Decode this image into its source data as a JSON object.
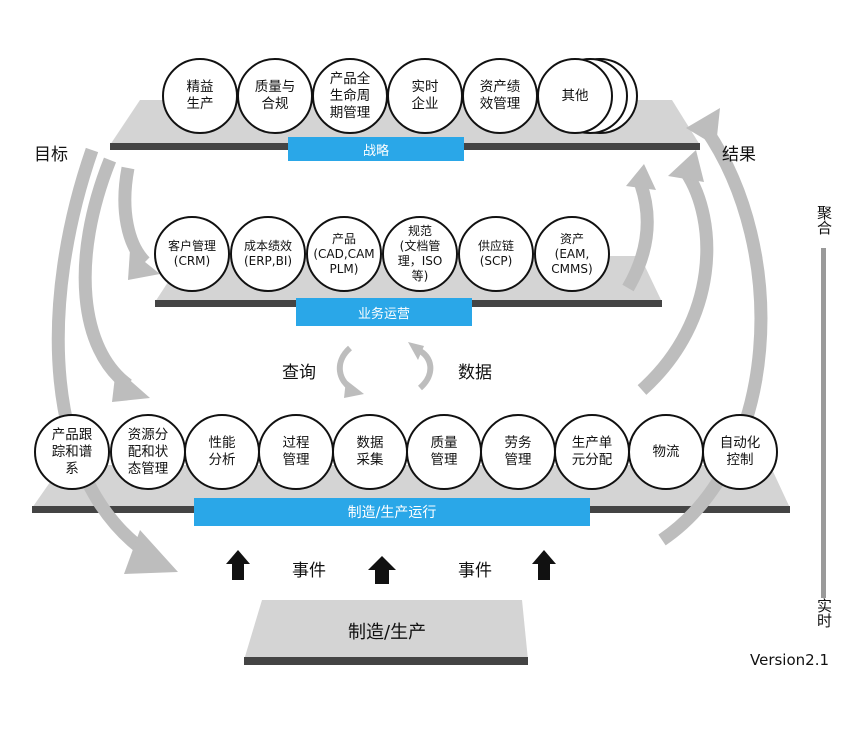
{
  "top": {
    "circles": [
      "精益\n生产",
      "质量与\n合规",
      "产品全\n生命周\n期管理",
      "实时\n企业",
      "资产绩\n效管理",
      "其他"
    ],
    "bar": "战略"
  },
  "middle": {
    "circles": [
      "客户管理\n(CRM)",
      "成本绩效\n(ERP,BI)",
      "产品\n(CAD,CAM\nPLM)",
      "规范\n(文档管\n理，ISO\n等)",
      "供应链\n(SCP)",
      "资产\n(EAM,\nCMMS)"
    ],
    "bar": "业务运营"
  },
  "bottom": {
    "circles": [
      "产品跟\n踪和谱\n系",
      "资源分\n配和状\n态管理",
      "性能\n分析",
      "过程\n管理",
      "数据\n采集",
      "质量\n管理",
      "劳务\n管理",
      "生产单\n元分配",
      "物流",
      "自动化\n控制"
    ],
    "bar": "制造/生产运行"
  },
  "base_label": "制造/生产",
  "labels": {
    "goal": "目标",
    "result": "结果",
    "query": "查询",
    "data": "数据",
    "event_left": "事件",
    "event_right": "事件",
    "aggregate": "聚合",
    "realtime": "实时",
    "version": "Version2.1"
  }
}
